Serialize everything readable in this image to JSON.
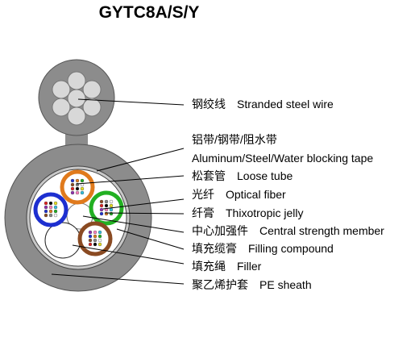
{
  "title": "GYTC8A/S/Y",
  "labels": [
    {
      "zh": "钢绞线",
      "en": "Stranded steel wire"
    },
    {
      "zh": "铝带/钢带/阻水带",
      "en": "Aluminum/Steel/Water blocking tape"
    },
    {
      "zh": "松套管",
      "en": "Loose tube"
    },
    {
      "zh": "光纤",
      "en": "Optical fiber"
    },
    {
      "zh": "纤膏",
      "en": "Thixotropic jelly"
    },
    {
      "zh": "中心加强件",
      "en": "Central strength member"
    },
    {
      "zh": "填充缆膏",
      "en": "Filling compound"
    },
    {
      "zh": "填充绳",
      "en": "Filler"
    },
    {
      "zh": "聚乙烯护套",
      "en": "PE sheath"
    }
  ],
  "colors": {
    "sheath": "#8c8c8c",
    "tape": "#c8c8c8",
    "tube_orange": "#e07a1c",
    "tube_green": "#22b022",
    "tube_blue": "#1d2fd0",
    "tube_brown": "#8a4a22",
    "fiber_colors": [
      "#1d2fd0",
      "#e07a1c",
      "#22b022",
      "#8a4a22",
      "#888888",
      "#ffffff",
      "#e02020",
      "#000000",
      "#e8e020",
      "#9030b0",
      "#ff80c0",
      "#30c0e0"
    ]
  }
}
